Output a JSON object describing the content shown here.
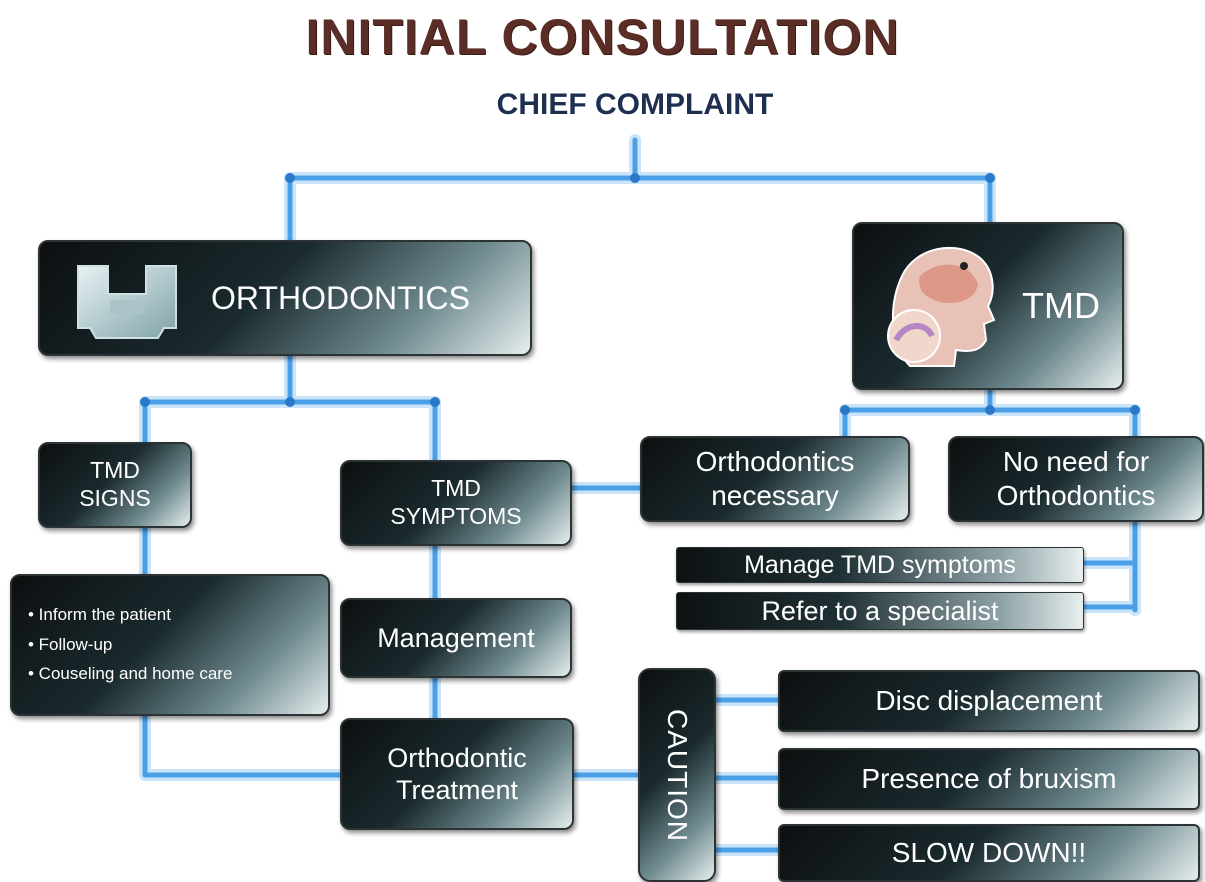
{
  "title": "INITIAL CONSULTATION",
  "subtitle": "CHIEF COMPLAINT",
  "orthodontics": {
    "label": "ORTHODONTICS",
    "icon": "bracket-icon"
  },
  "tmd": {
    "label": "TMD",
    "icon": "head-anatomy-icon"
  },
  "tmd_signs": {
    "line1": "TMD",
    "line2": "SIGNS"
  },
  "tmd_symptoms": {
    "line1": "TMD",
    "line2": "SYMPTOMS"
  },
  "signs_actions": [
    "• Inform the patient",
    "• Follow-up",
    "• Couseling and home care"
  ],
  "management": "Management",
  "orthodontic_treatment": {
    "line1": "Orthodontic",
    "line2": "Treatment"
  },
  "ortho_necessary": {
    "line1": "Orthodontics",
    "line2": "necessary"
  },
  "no_need": {
    "line1": "No need for",
    "line2": "Orthodontics"
  },
  "manage_tmd": "Manage TMD symptoms",
  "refer": "Refer to a specialist",
  "caution": "CAUTION",
  "caution_items": [
    "Disc displacement",
    "Presence of bruxism",
    "SLOW DOWN!!"
  ],
  "colors": {
    "title": "#5a2e26",
    "subtitle": "#1e2f50",
    "connector": "#6fb3ea"
  }
}
